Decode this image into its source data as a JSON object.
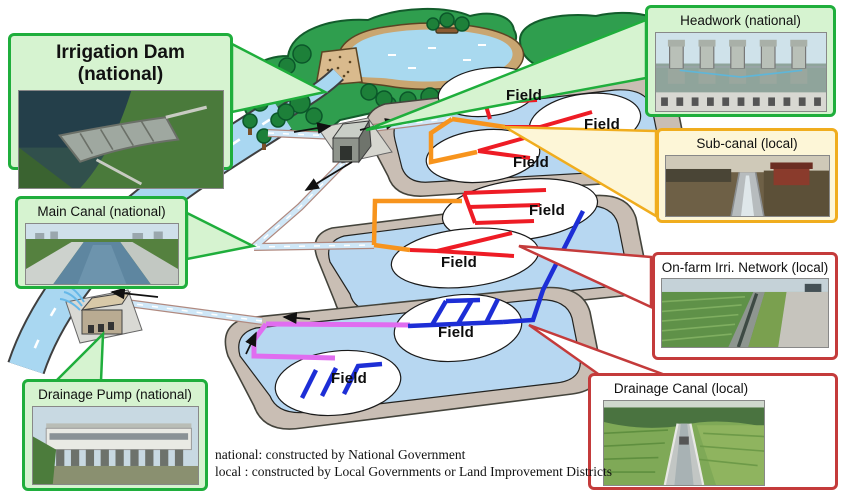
{
  "boxes": {
    "irrigation_dam": {
      "label": "Irrigation Dam (national)"
    },
    "headwork": {
      "label": "Headwork (national)"
    },
    "sub_canal": {
      "label": "Sub-canal (local)"
    },
    "main_canal": {
      "label": "Main Canal (national)"
    },
    "on_farm": {
      "label": "On-farm Irri. Network (local)"
    },
    "drainage_canal": {
      "label": "Drainage Canal (local)"
    },
    "drainage_pump": {
      "label": "Drainage Pump (national)"
    }
  },
  "fields": [
    {
      "label": "Field"
    },
    {
      "label": "Field"
    },
    {
      "label": "Field"
    },
    {
      "label": "Field"
    },
    {
      "label": "Field"
    },
    {
      "label": "Field"
    },
    {
      "label": "Field"
    }
  ],
  "legend": {
    "national": "national: constructed by National Government",
    "local": "local : constructed by Local Governments or Land Improvement Districts"
  },
  "colors": {
    "national-border": "#1fae3c",
    "national-fill": "#d6f3d0",
    "subcanal-border": "#f0ad1e",
    "subcanal-fill": "#fdf6d7",
    "local-border": "#c43b3b",
    "local-fill": "#ffffff",
    "line-orange": "#f7941d",
    "line-red": "#ee1c25",
    "line-blue": "#1d2ed6",
    "line-magenta": "#e06df0",
    "water": "#a9d7f1",
    "block-tan": "#c9beb4",
    "block-blue": "#b7d7f1"
  }
}
